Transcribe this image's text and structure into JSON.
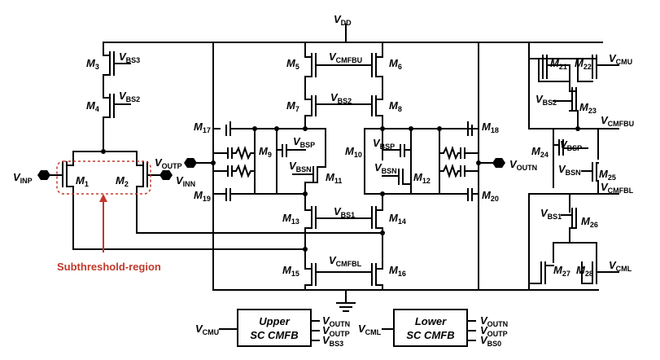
{
  "supply": {
    "label": "V",
    "sub": "DD"
  },
  "ground": {
    "icon": "ground-icon"
  },
  "annotation": {
    "text": "Subthreshold-region",
    "color": "#c0392b"
  },
  "transistors": {
    "m1": {
      "label": "M",
      "sub": "1"
    },
    "m2": {
      "label": "M",
      "sub": "2"
    },
    "m3": {
      "label": "M",
      "sub": "3"
    },
    "m4": {
      "label": "M",
      "sub": "4"
    },
    "m5": {
      "label": "M",
      "sub": "5"
    },
    "m6": {
      "label": "M",
      "sub": "6"
    },
    "m7": {
      "label": "M",
      "sub": "7"
    },
    "m8": {
      "label": "M",
      "sub": "8"
    },
    "m9": {
      "label": "M",
      "sub": "9"
    },
    "m10": {
      "label": "M",
      "sub": "10"
    },
    "m11": {
      "label": "M",
      "sub": "11"
    },
    "m12": {
      "label": "M",
      "sub": "12"
    },
    "m13": {
      "label": "M",
      "sub": "13"
    },
    "m14": {
      "label": "M",
      "sub": "14"
    },
    "m15": {
      "label": "M",
      "sub": "15"
    },
    "m16": {
      "label": "M",
      "sub": "16"
    },
    "m17": {
      "label": "M",
      "sub": "17"
    },
    "m18": {
      "label": "M",
      "sub": "18"
    },
    "m19": {
      "label": "M",
      "sub": "19"
    },
    "m20": {
      "label": "M",
      "sub": "20"
    },
    "m21": {
      "label": "M",
      "sub": "21"
    },
    "m22": {
      "label": "M",
      "sub": "22"
    },
    "m23": {
      "label": "M",
      "sub": "23"
    },
    "m24": {
      "label": "M",
      "sub": "24"
    },
    "m25": {
      "label": "M",
      "sub": "25"
    },
    "m26": {
      "label": "M",
      "sub": "26"
    },
    "m27": {
      "label": "M",
      "sub": "27"
    },
    "m28": {
      "label": "M",
      "sub": "28"
    }
  },
  "signals": {
    "vbs3": {
      "label": "V",
      "sub": "BS3"
    },
    "vbs2_left": {
      "label": "V",
      "sub": "BS2"
    },
    "vcmfbu_mid": {
      "label": "V",
      "sub": "CMFBU"
    },
    "vbs2_mid": {
      "label": "V",
      "sub": "BS2"
    },
    "vbsp_left": {
      "label": "V",
      "sub": "BSP"
    },
    "vbsn_left": {
      "label": "V",
      "sub": "BSN"
    },
    "vbsp_mid": {
      "label": "V",
      "sub": "BSP"
    },
    "vbsn_mid": {
      "label": "V",
      "sub": "BSN"
    },
    "vbs1_mid": {
      "label": "V",
      "sub": "BS1"
    },
    "vcmfbl_mid": {
      "label": "V",
      "sub": "CMFBL"
    },
    "vinp": {
      "label": "V",
      "sub": "INP"
    },
    "vinn": {
      "label": "V",
      "sub": "INN"
    },
    "voutp": {
      "label": "V",
      "sub": "OUTP"
    },
    "voutn": {
      "label": "V",
      "sub": "OUTN"
    },
    "vcmu": {
      "label": "V",
      "sub": "CMU"
    },
    "vbs2_right": {
      "label": "V",
      "sub": "BS2"
    },
    "vcmfbu_right": {
      "label": "V",
      "sub": "CMFBU"
    },
    "vbsp_right": {
      "label": "V",
      "sub": "BSP"
    },
    "vbsn_right": {
      "label": "V",
      "sub": "BSN"
    },
    "vcmfbl_right": {
      "label": "V",
      "sub": "CMFBL"
    },
    "vbs1_right": {
      "label": "V",
      "sub": "BS1"
    },
    "vcml": {
      "label": "V",
      "sub": "CML"
    }
  },
  "blocks": {
    "upper": {
      "title1": "Upper",
      "title2": "SC CMFB",
      "input": {
        "label": "V",
        "sub": "CMU"
      },
      "outputs": [
        {
          "label": "V",
          "sub": "OUTN"
        },
        {
          "label": "V",
          "sub": "OUTP"
        },
        {
          "label": "V",
          "sub": "BS3"
        }
      ]
    },
    "lower": {
      "title1": "Lower",
      "title2": "SC CMFB",
      "input": {
        "label": "V",
        "sub": "CML"
      },
      "outputs": [
        {
          "label": "V",
          "sub": "OUTN"
        },
        {
          "label": "V",
          "sub": "OUTP"
        },
        {
          "label": "V",
          "sub": "BS0"
        }
      ]
    }
  }
}
